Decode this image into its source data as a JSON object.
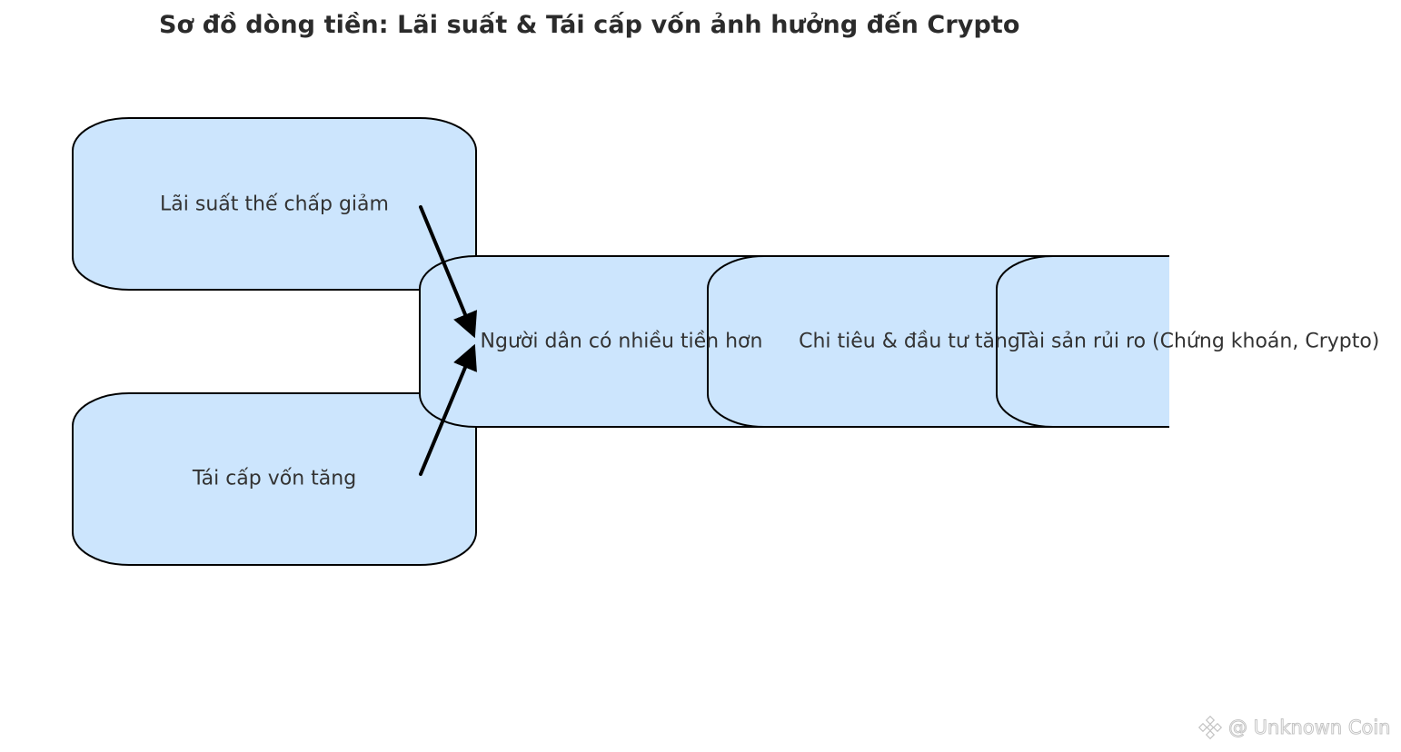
{
  "title": "Sơ đồ dòng tiền: Lãi suất & Tái cấp vốn ảnh hưởng đến Crypto",
  "nodes": {
    "mortgage_rate": {
      "label": "Lãi suất thế chấp giảm"
    },
    "refinance": {
      "label": "Tái cấp vốn tăng"
    },
    "more_money": {
      "label": "Người dân có nhiều tiền hơn"
    },
    "spending": {
      "label": "Chi tiêu & đầu tư tăng"
    },
    "risk_assets": {
      "label": "Tài sản rủi ro (Chứng khoán, Crypto)"
    }
  },
  "edges": [
    {
      "from": "Lãi suất thế chấp giảm",
      "to": "Người dân có nhiều tiền hơn"
    },
    {
      "from": "Tái cấp vốn tăng",
      "to": "Người dân có nhiều tiền hơn"
    }
  ],
  "watermark": {
    "text": "@ Unknown Coin",
    "icon": "binance-logo-icon"
  },
  "colors": {
    "node_fill": "#cce5fd",
    "node_stroke": "#000000",
    "arrow": "#000000",
    "title": "#2b2b2b",
    "text": "#333333"
  }
}
